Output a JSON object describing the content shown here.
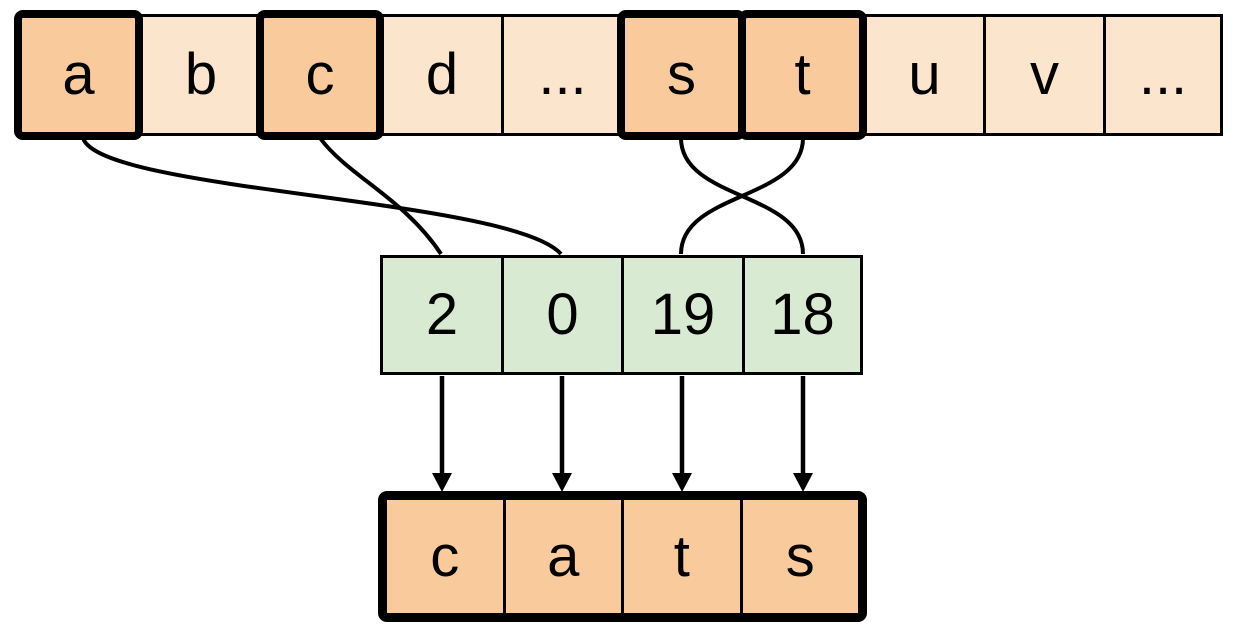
{
  "colors": {
    "cell-light": "#FCE5CD",
    "cell-highlight": "#F9CB9C",
    "cell-index": "#D9EAD3",
    "line": "#000000"
  },
  "alphabet_row": {
    "cells": [
      {
        "label": "a",
        "highlighted": true
      },
      {
        "label": "b",
        "highlighted": false
      },
      {
        "label": "c",
        "highlighted": true
      },
      {
        "label": "d",
        "highlighted": false
      },
      {
        "label": "...",
        "highlighted": false
      },
      {
        "label": "s",
        "highlighted": true
      },
      {
        "label": "t",
        "highlighted": true
      },
      {
        "label": "u",
        "highlighted": false
      },
      {
        "label": "v",
        "highlighted": false
      },
      {
        "label": "...",
        "highlighted": false
      }
    ]
  },
  "index_row": {
    "cells": [
      {
        "label": "2"
      },
      {
        "label": "0"
      },
      {
        "label": "19"
      },
      {
        "label": "18"
      }
    ]
  },
  "result_row": {
    "cells": [
      {
        "label": "c"
      },
      {
        "label": "a"
      },
      {
        "label": "t"
      },
      {
        "label": "s"
      }
    ]
  },
  "connections": [
    {
      "from_letter": "a",
      "to_index": "0"
    },
    {
      "from_letter": "c",
      "to_index": "2"
    },
    {
      "from_letter": "t",
      "to_index": "19"
    },
    {
      "from_letter": "s",
      "to_index": "18"
    }
  ]
}
